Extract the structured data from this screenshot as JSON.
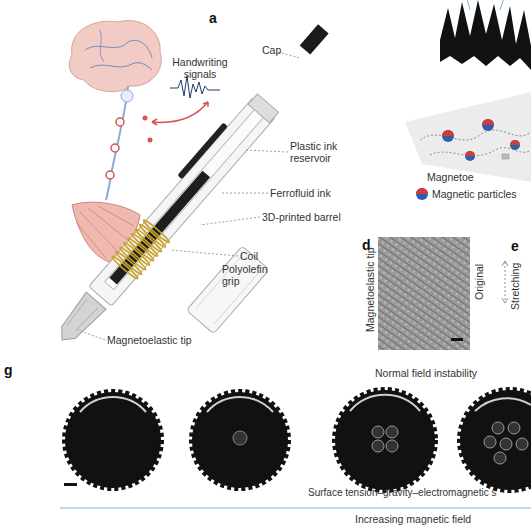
{
  "diagram": {
    "labels": [
      "a",
      "Handwriting signals",
      "Cap",
      "Plastic ink reservoir",
      "Ferrofluid ink",
      "3D-printed barrel",
      "Coil",
      "Polyolefin grip",
      "Magnetoelastic tip",
      "Magnetoe",
      "Magnetic particles",
      "d",
      "Magnetoelastic tip",
      "Original",
      "e",
      "Stretching",
      "g",
      "Normal field instability",
      "Surface tension–gravity–electromagnetic s",
      "Increasing magnetic field"
    ]
  }
}
